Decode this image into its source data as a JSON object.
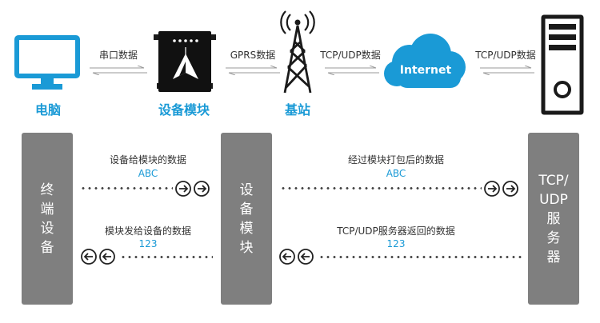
{
  "top": {
    "pc_label": "电脑",
    "device_label": "设备模块",
    "station_label": "基站",
    "internet_label": "Internet",
    "link1_label": "串口数据",
    "link2_label": "GPRS数据",
    "link3_label": "TCP/UDP数据",
    "link4_label": "TCP/UDP数据"
  },
  "bottom": {
    "terminal_lines": [
      "终",
      "端",
      "设",
      "备"
    ],
    "module_lines": [
      "设",
      "备",
      "模",
      "块"
    ],
    "server_lines": [
      "TCP/",
      "UDP",
      "服",
      "务",
      "器"
    ],
    "flow1": {
      "title": "设备给模块的数据",
      "value": "ABC"
    },
    "flow2": {
      "title": "经过模块打包后的数据",
      "value": "ABC"
    },
    "flow3": {
      "title": "模块发给设备的数据",
      "value": "123"
    },
    "flow4": {
      "title": "TCP/UDP服务器返回的数据",
      "value": "123"
    }
  },
  "colors": {
    "accent_blue": "#1a9ad6",
    "bar_gray": "#7f7f7f",
    "dark": "#1a1a1a"
  },
  "icons": {
    "pc": "monitor-icon",
    "device": "dtu-module-icon",
    "station": "cell-tower-icon",
    "internet": "cloud-icon",
    "server": "server-tower-icon"
  }
}
